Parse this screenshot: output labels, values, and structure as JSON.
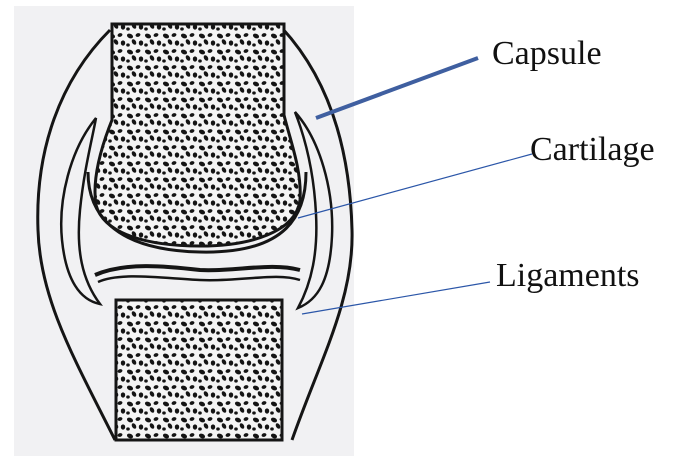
{
  "labels": {
    "capsule": "Capsule",
    "cartilage": "Cartilage",
    "ligaments": "Ligaments"
  },
  "colors": {
    "background": "#ffffff",
    "paper": "#f1f1f3",
    "ink": "#151515",
    "capsule_pointer": "#3f5fa0",
    "pointer": "#2b56a8"
  }
}
